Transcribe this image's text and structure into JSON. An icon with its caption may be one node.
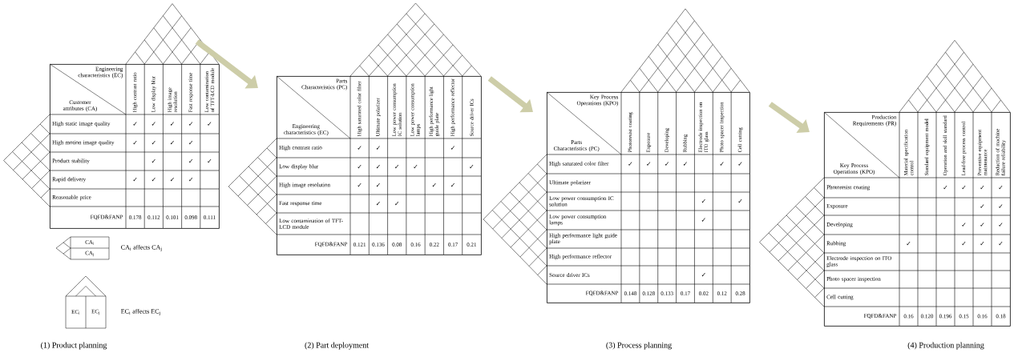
{
  "diagram": {
    "nodes": [
      {
        "text": [
          "Engineering characteristics (EC)",
          "Customer attributes (CA)"
        ]
      },
      {
        "text": [
          "Parts Characteristics (PC)",
          "Engineering characteristics (EC)"
        ]
      },
      {
        "text": [
          "Key Process Operations (KPO)",
          "Parts Characteristics (PC)"
        ]
      },
      {
        "text": [
          "Production Requirements (PR)",
          "Key Process Operations (KPO)"
        ]
      }
    ],
    "edges": [
      {
        "from": 0,
        "to": 1,
        "arrow": "to"
      },
      {
        "from": 1,
        "to": 2,
        "arrow": "to"
      },
      {
        "from": 2,
        "to": 3,
        "arrow": "to"
      }
    ],
    "labels": [
      "High contrast ratio",
      "Low display blur",
      "High image resolution",
      "Fast response time",
      "Low contamination of TFT-LCD module",
      "High static image quality",
      "✓",
      "✓",
      "✓",
      "✓",
      "✓",
      "High motion image quality",
      "✓",
      "✓",
      "✓",
      "✓",
      "Product stability",
      "✓",
      "✓",
      "✓",
      "Rapid delivery",
      "✓",
      "✓",
      "✓",
      "✓",
      "Reasonable price",
      "FQFD&FANP",
      "0.178",
      "0.112",
      "0.101",
      "0.098",
      "0.111",
      "CA$_{i}$",
      "CA$_{j}$",
      "CA$_{i}$ affects CA$_{j}$",
      "EC$_{i}$",
      "EC$_{j}$",
      "EC$_{i}$ affects EC$_{j}$",
      "(1) Product planning",
      "High saturated color filter",
      "Ultimate polarizer",
      "Low power consumption IC solution",
      "Low power consumption lamps",
      "High performance light guide plate",
      "High performance reflector",
      "Source driver ICs",
      "High contrast ratio",
      "✓",
      "✓",
      "✓",
      "Low display blur",
      "✓",
      "✓",
      "✓",
      "✓",
      "✓",
      "High image resolution",
      "✓",
      "✓",
      "✓",
      "✓",
      "Fast response time",
      "✓",
      "✓",
      "Low contamination of TFT-LCD module",
      "FQFD&FANP",
      "0.121",
      "0.136",
      "0.08",
      "0.16",
      "0.22",
      "0.17",
      "0.21",
      "(2) Part deployment",
      "Photoresist coating",
      "Exposure",
      "Developing",
      "Rubbing",
      "Electrode inspection on ITO glass",
      "Photo spacer inspection",
      "Cell cutting",
      "High saturated color filter",
      "✓",
      "✓",
      "✓",
      "✓",
      "✓",
      "✓",
      "Ultimate polarizer",
      "Low power consumption IC solution",
      "✓",
      "✓",
      "Low power consumption lamps",
      "✓",
      "High performance light guide plate",
      "High performance reflector",
      "Source driver ICs",
      "✓",
      "FQFD&FANP",
      "0.148",
      "0.128",
      "0.133",
      "0.17",
      "0.02",
      "0.12",
      "0.28",
      "(3) Process planning",
      "Material specification control",
      "Standard equipment model",
      "Operation and skill standard",
      "Lead-free process control",
      "Preventive equipment maintenance",
      "Reduction of machine failure reliability",
      "Photoresist coating",
      "✓",
      "✓",
      "✓",
      "✓",
      "Exposure",
      "✓",
      "✓",
      "Developing",
      "✓",
      "✓",
      "✓",
      "Rubbing",
      "✓",
      "✓",
      "✓",
      "✓",
      "Electrode inspection on ITO glass",
      "Photo spacer inspection",
      "Cell cutting",
      "FQFD&FANP",
      "0.16",
      "0.120",
      "0.196",
      "0.15",
      "0.16",
      "0.18",
      "(4) Production planning"
    ]
  }
}
